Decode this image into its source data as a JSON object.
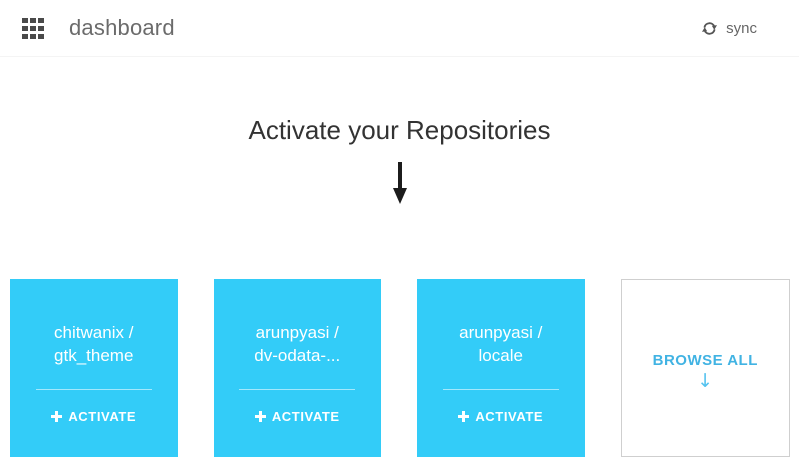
{
  "header": {
    "title": "dashboard",
    "sync_label": "sync"
  },
  "hero": {
    "heading": "Activate your Repositories"
  },
  "icons": {
    "menu_grid": "grid-3x3-squares",
    "sync": "refresh-circular-arrows",
    "hero_arrow": "↓",
    "activate_plus": "+",
    "browse_arrow": "↓"
  },
  "cards": [
    {
      "type": "repo",
      "owner": "chitwanix /",
      "name": "gtk_theme",
      "action_label": "ACTIVATE"
    },
    {
      "type": "repo",
      "owner": "arunpyasi /",
      "name": "dv-odata-...",
      "action_label": "ACTIVATE"
    },
    {
      "type": "repo",
      "owner": "arunpyasi /",
      "name": "locale",
      "action_label": "ACTIVATE"
    },
    {
      "type": "browse",
      "label": "BROWSE ALL",
      "arrow": "↓"
    }
  ],
  "colors": {
    "card_background": "#33ccf8",
    "card_text": "#ffffff",
    "browse_label": "#41b3e3",
    "browse_arrow": "#55c3ef",
    "heading_text": "#333333",
    "header_text": "#6b6b6b",
    "icon_gray": "#4a4a4a"
  }
}
